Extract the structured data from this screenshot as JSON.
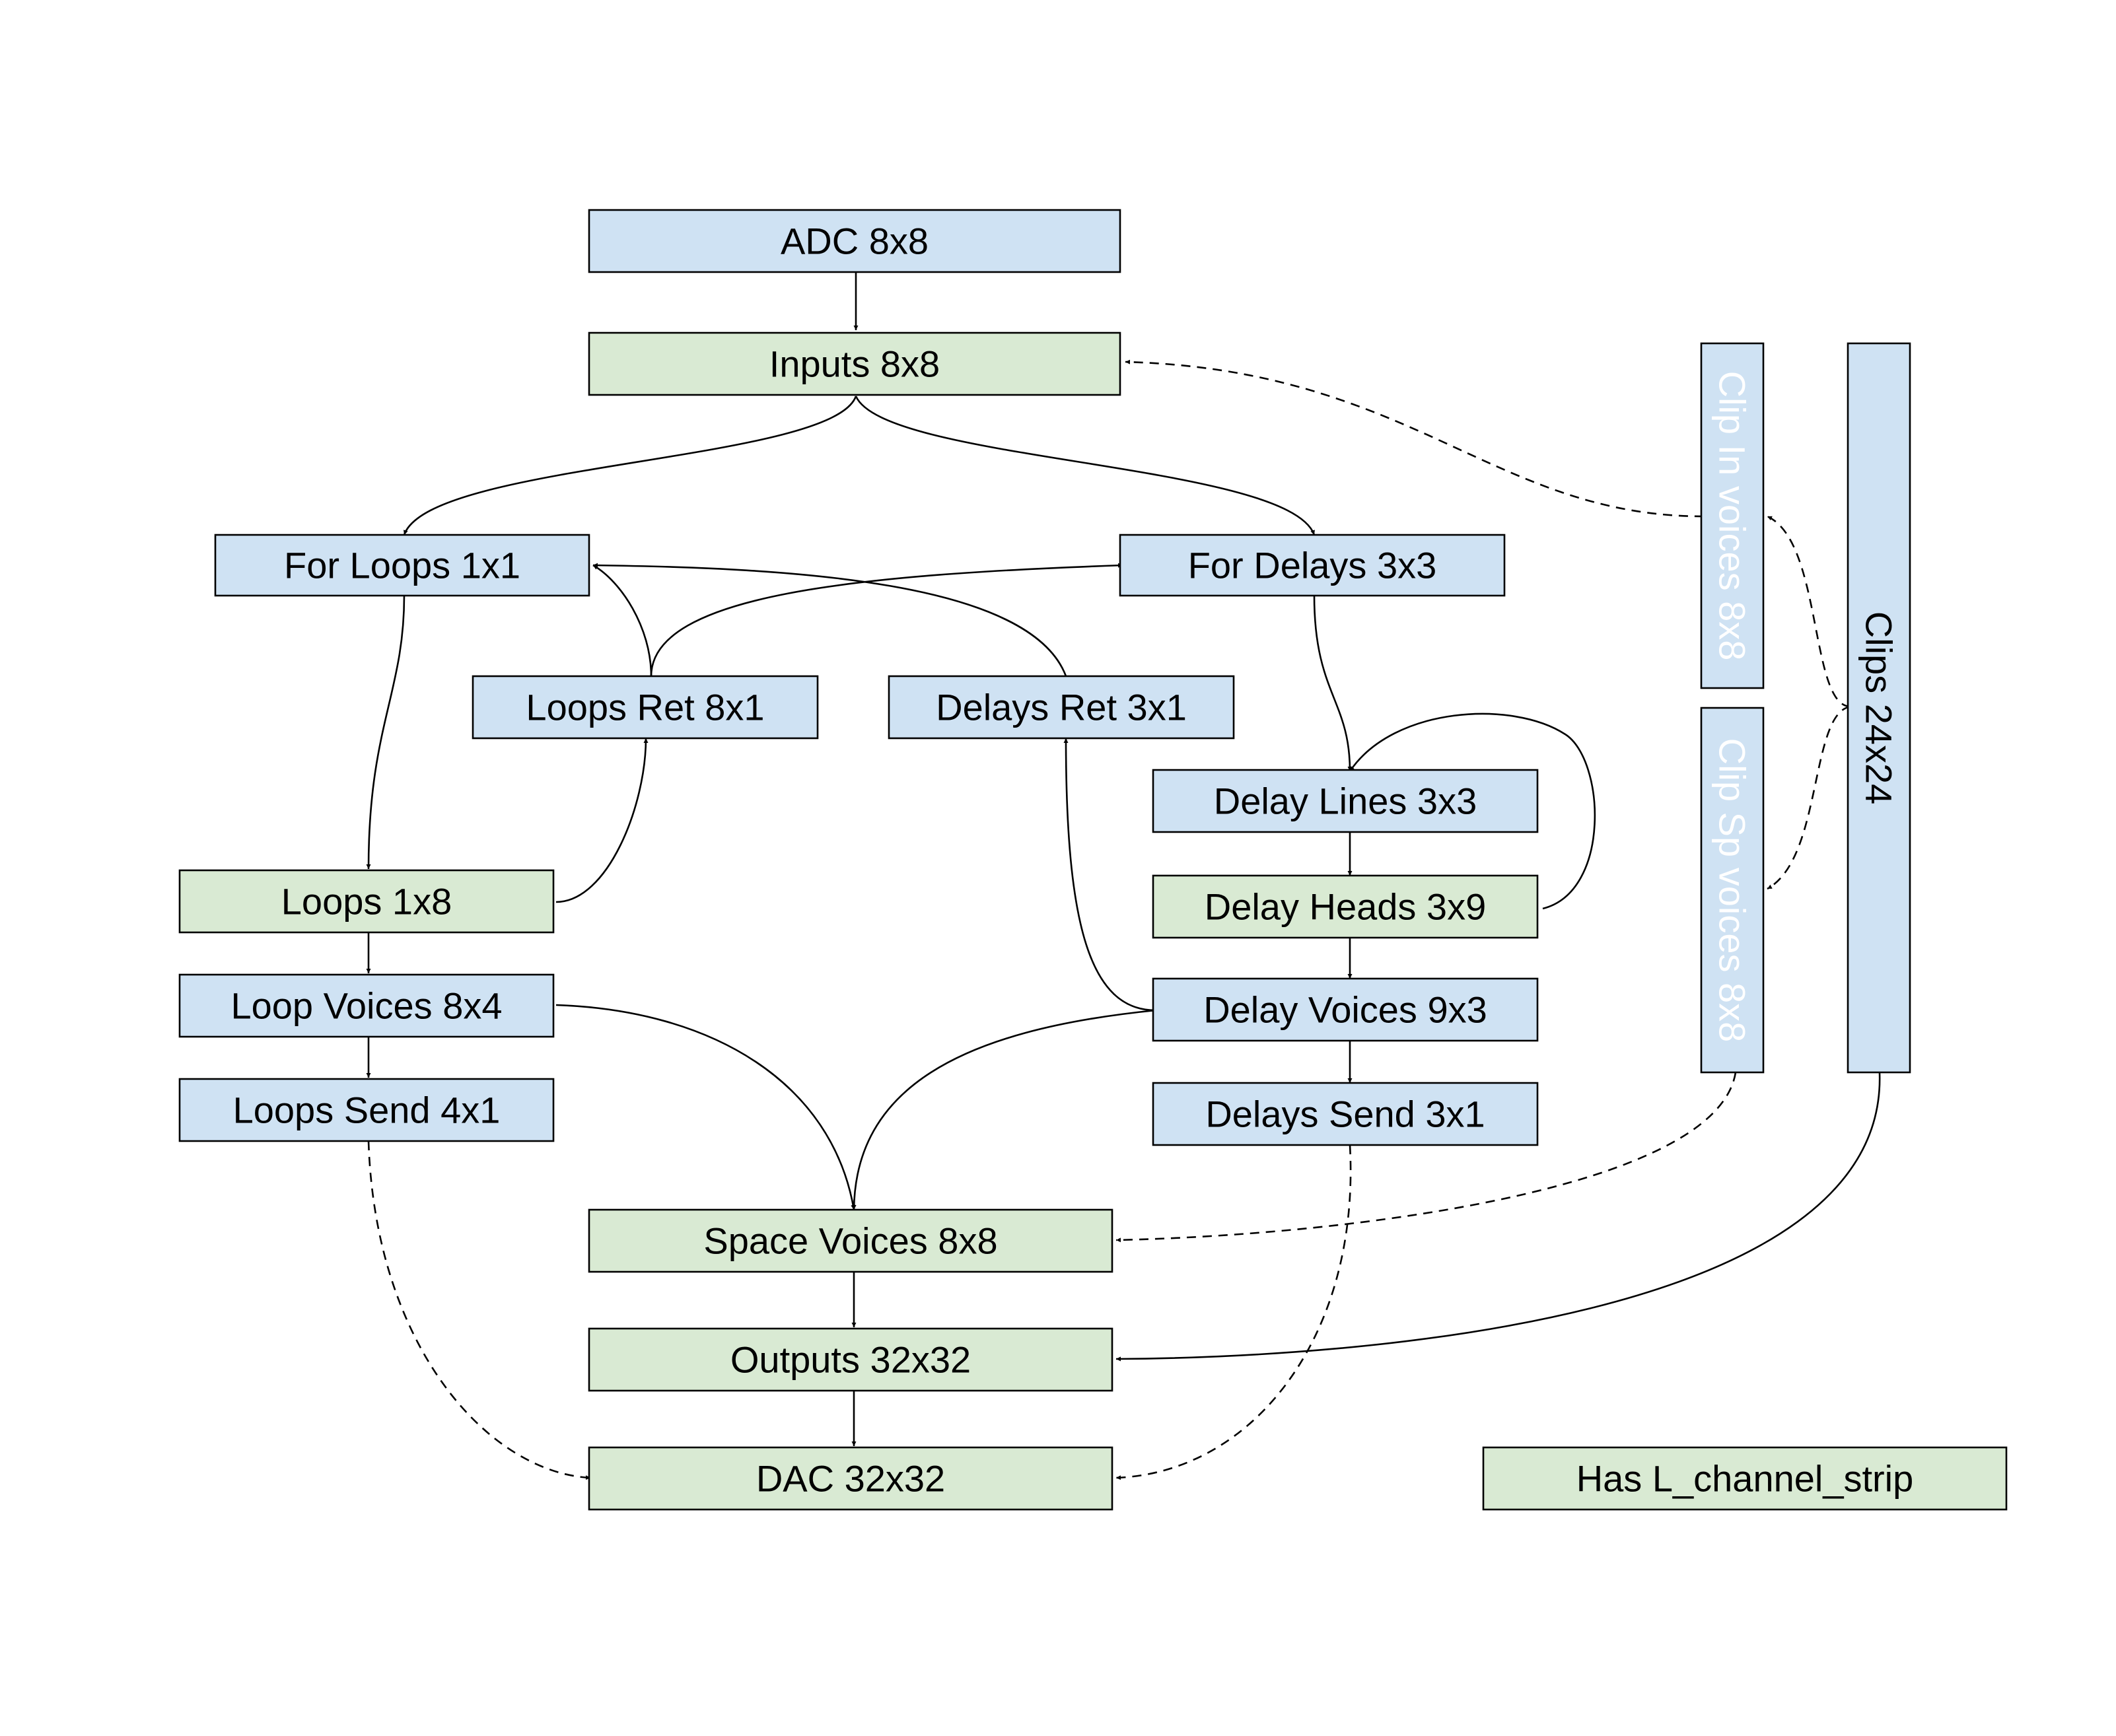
{
  "diagram": {
    "nodes": [
      {
        "id": "adc",
        "label": "ADC 8x8",
        "color": "#cfe2f3"
      },
      {
        "id": "inputs",
        "label": "Inputs 8x8",
        "color": "#d9ead3"
      },
      {
        "id": "for_loops",
        "label": "For Loops 1x1",
        "color": "#cfe2f3"
      },
      {
        "id": "for_delays",
        "label": "For Delays 3x3",
        "color": "#cfe2f3"
      },
      {
        "id": "loops_ret",
        "label": "Loops Ret 8x1",
        "color": "#cfe2f3"
      },
      {
        "id": "delays_ret",
        "label": "Delays Ret 3x1",
        "color": "#cfe2f3"
      },
      {
        "id": "delay_lines",
        "label": "Delay Lines 3x3",
        "color": "#cfe2f3"
      },
      {
        "id": "loops",
        "label": "Loops 1x8",
        "color": "#d9ead3"
      },
      {
        "id": "delay_heads",
        "label": "Delay Heads 3x9",
        "color": "#d9ead3"
      },
      {
        "id": "loop_voices",
        "label": "Loop Voices 8x4",
        "color": "#cfe2f3"
      },
      {
        "id": "delay_voices",
        "label": "Delay Voices 9x3",
        "color": "#cfe2f3"
      },
      {
        "id": "loops_send",
        "label": "Loops Send 4x1",
        "color": "#cfe2f3"
      },
      {
        "id": "delays_send",
        "label": "Delays Send 3x1",
        "color": "#cfe2f3"
      },
      {
        "id": "space_voices",
        "label": "Space Voices 8x8",
        "color": "#d9ead3"
      },
      {
        "id": "outputs",
        "label": "Outputs 32x32",
        "color": "#d9ead3"
      },
      {
        "id": "dac",
        "label": "DAC 32x32",
        "color": "#d9ead3"
      },
      {
        "id": "clip_in_voices",
        "label": "Clip In voices 8x8",
        "color": "#cfe2f3"
      },
      {
        "id": "clip_sp_voices",
        "label": "Clip Sp voices 8x8",
        "color": "#cfe2f3"
      },
      {
        "id": "clips",
        "label": "Clips 24x24",
        "color": "#cfe2f3"
      },
      {
        "id": "legend",
        "label": "Has L_channel_strip",
        "color": "#d9ead3"
      }
    ],
    "edges": [
      {
        "from": "adc",
        "to": "inputs",
        "style": "solid"
      },
      {
        "from": "inputs",
        "to": "for_loops",
        "style": "solid"
      },
      {
        "from": "inputs",
        "to": "for_delays",
        "style": "solid"
      },
      {
        "from": "for_loops",
        "to": "loops",
        "style": "solid"
      },
      {
        "from": "loops",
        "to": "loops_ret",
        "style": "solid"
      },
      {
        "from": "loops_ret",
        "to": "for_loops",
        "style": "solid"
      },
      {
        "from": "loops_ret",
        "to": "for_delays",
        "style": "solid"
      },
      {
        "from": "delays_ret",
        "to": "for_loops",
        "style": "solid"
      },
      {
        "from": "for_delays",
        "to": "delay_lines",
        "style": "solid"
      },
      {
        "from": "delay_lines",
        "to": "delay_heads",
        "style": "solid"
      },
      {
        "from": "delay_heads",
        "to": "delay_lines",
        "style": "solid"
      },
      {
        "from": "delay_heads",
        "to": "delay_voices",
        "style": "solid"
      },
      {
        "from": "delay_voices",
        "to": "delays_send",
        "style": "solid"
      },
      {
        "from": "delay_voices",
        "to": "delays_ret",
        "style": "solid"
      },
      {
        "from": "delay_voices",
        "to": "space_voices",
        "style": "solid"
      },
      {
        "from": "loops",
        "to": "loop_voices",
        "style": "solid"
      },
      {
        "from": "loop_voices",
        "to": "loops_send",
        "style": "solid"
      },
      {
        "from": "loop_voices",
        "to": "space_voices",
        "style": "solid"
      },
      {
        "from": "space_voices",
        "to": "outputs",
        "style": "solid"
      },
      {
        "from": "outputs",
        "to": "dac",
        "style": "solid"
      },
      {
        "from": "loops_send",
        "to": "dac",
        "style": "dashed"
      },
      {
        "from": "delays_send",
        "to": "dac",
        "style": "dashed"
      },
      {
        "from": "clip_in_voices",
        "to": "inputs",
        "style": "dashed"
      },
      {
        "from": "clips",
        "to": "clip_in_voices",
        "style": "dashed"
      },
      {
        "from": "clips",
        "to": "clip_sp_voices",
        "style": "dashed"
      },
      {
        "from": "clip_sp_voices",
        "to": "space_voices",
        "style": "dashed"
      },
      {
        "from": "clips",
        "to": "outputs",
        "style": "solid"
      }
    ]
  }
}
